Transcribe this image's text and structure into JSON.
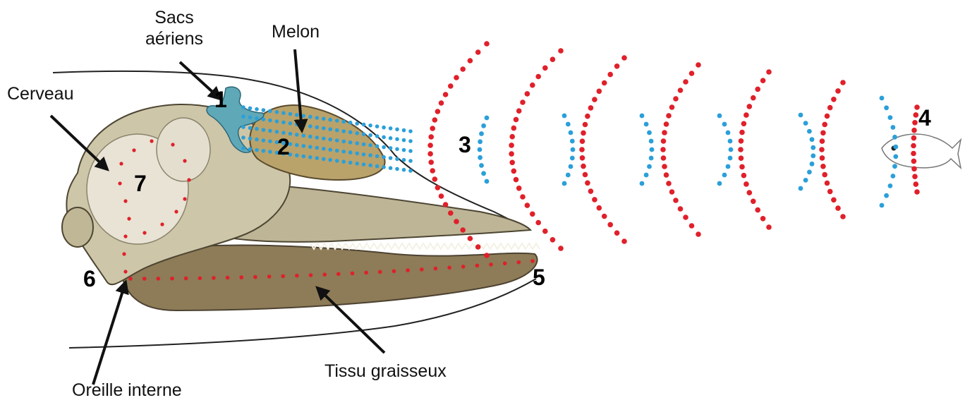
{
  "labels": {
    "sacs_aeriens_line1": "Sacs",
    "sacs_aeriens_line2": "aériens",
    "melon": "Melon",
    "cerveau": "Cerveau",
    "tissu_graisseux": "Tissu graisseux",
    "oreille_interne": "Oreille interne"
  },
  "numbers": {
    "n1": "1",
    "n2": "2",
    "n3": "3",
    "n4": "4",
    "n5": "5",
    "n6": "6",
    "n7": "7"
  },
  "colors": {
    "emitted_wave": "#2b9fd9",
    "returning_echo": "#e0202a",
    "arrow": "#111111",
    "melon": "#b9a36b",
    "air_sacs": "#5fa8b8",
    "skull": "#cdc6a8",
    "jaw_fat": "#8b7a55"
  }
}
